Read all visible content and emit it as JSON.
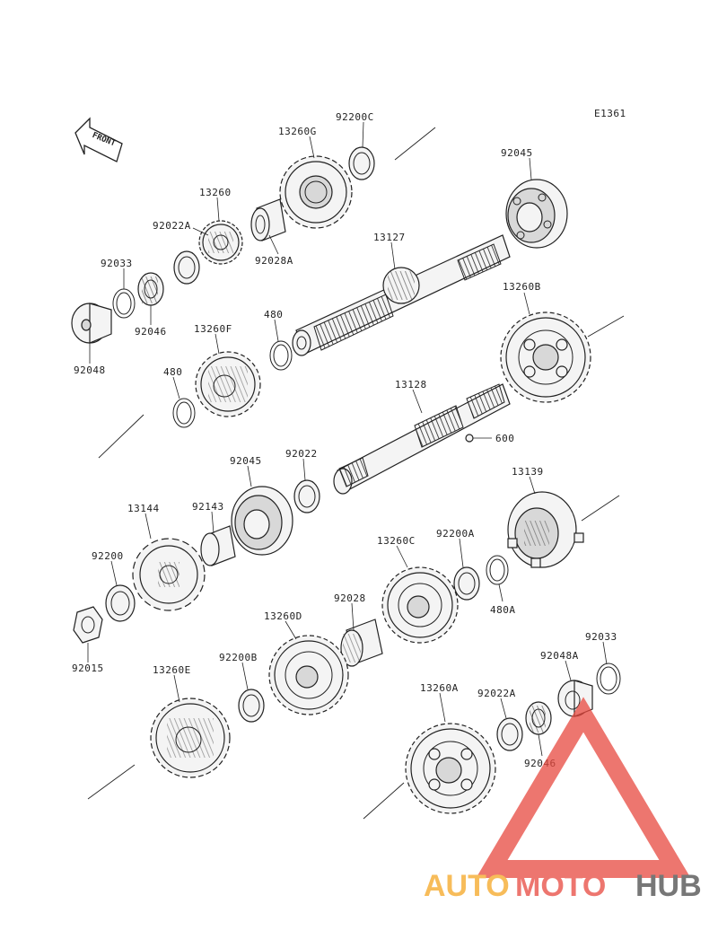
{
  "diagram_code": "E1361",
  "front_label": "FRONT",
  "watermark": {
    "part1": "AUTO",
    "part2": "MOTO",
    "part3": "HUB",
    "color_orange": "#f5a623",
    "color_red": "#e8493f",
    "color_gray": "#4a4a4a"
  },
  "parts": [
    {
      "id": "13260G",
      "label": "13260G"
    },
    {
      "id": "92200C",
      "label": "92200C"
    },
    {
      "id": "92045",
      "label": "92045"
    },
    {
      "id": "13260",
      "label": "13260"
    },
    {
      "id": "92022A",
      "label": "92022A"
    },
    {
      "id": "92028A",
      "label": "92028A"
    },
    {
      "id": "13127",
      "label": "13127"
    },
    {
      "id": "92033",
      "label": "92033"
    },
    {
      "id": "92046",
      "label": "92046"
    },
    {
      "id": "13260B",
      "label": "13260B"
    },
    {
      "id": "92048",
      "label": "92048"
    },
    {
      "id": "13260F",
      "label": "13260F"
    },
    {
      "id": "480",
      "label": "480"
    },
    {
      "id": "480b",
      "label": "480"
    },
    {
      "id": "13128",
      "label": "13128"
    },
    {
      "id": "600",
      "label": "600"
    },
    {
      "id": "92045b",
      "label": "92045"
    },
    {
      "id": "92022",
      "label": "92022"
    },
    {
      "id": "13139",
      "label": "13139"
    },
    {
      "id": "13144",
      "label": "13144"
    },
    {
      "id": "92143",
      "label": "92143"
    },
    {
      "id": "92200",
      "label": "92200"
    },
    {
      "id": "13260C",
      "label": "13260C"
    },
    {
      "id": "92200A",
      "label": "92200A"
    },
    {
      "id": "480A",
      "label": "480A"
    },
    {
      "id": "92015",
      "label": "92015"
    },
    {
      "id": "13260D",
      "label": "13260D"
    },
    {
      "id": "92028",
      "label": "92028"
    },
    {
      "id": "92033b",
      "label": "92033"
    },
    {
      "id": "13260E",
      "label": "13260E"
    },
    {
      "id": "92200B",
      "label": "92200B"
    },
    {
      "id": "92048A",
      "label": "92048A"
    },
    {
      "id": "13260A",
      "label": "13260A"
    },
    {
      "id": "92022Ab",
      "label": "92022A"
    },
    {
      "id": "92046b",
      "label": "92046"
    }
  ]
}
